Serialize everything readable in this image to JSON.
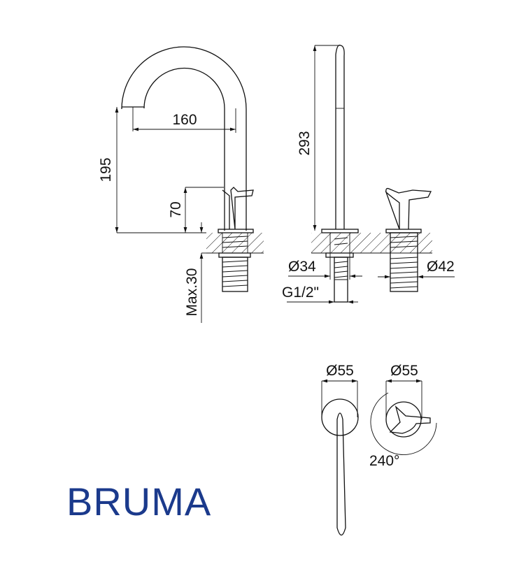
{
  "brand": {
    "name": "BRUMA",
    "color": "#1b3a8c"
  },
  "dimensions": {
    "spout_reach": "160",
    "spout_height": "195",
    "handle_height": "70",
    "max_deck_thickness": "Max.30",
    "spout_total_height": "293",
    "spout_base_diameter": "Ø34",
    "connection_thread": "G1/2\"",
    "handle_base_diameter": "Ø42",
    "spout_rosette_diameter": "Ø55",
    "handle_rosette_diameter": "Ø55",
    "handle_rotation": "240°"
  }
}
